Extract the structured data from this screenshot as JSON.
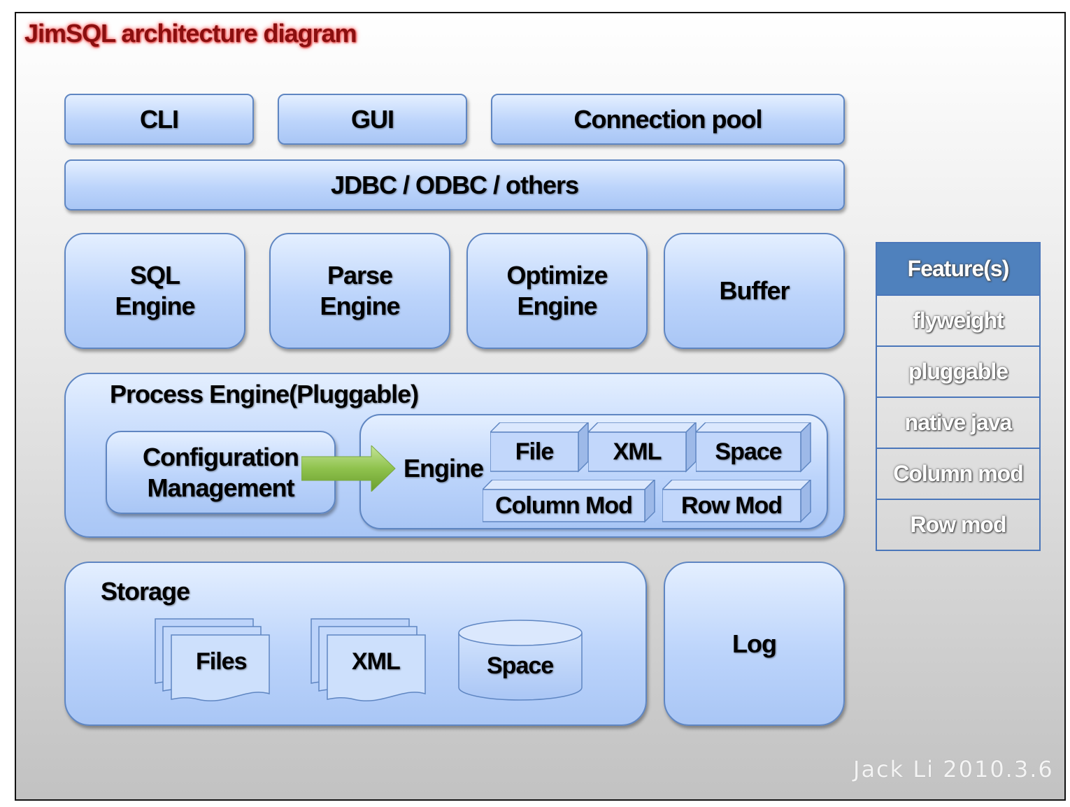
{
  "title": "JimSQL architecture diagram",
  "top_row": {
    "cli": "CLI",
    "gui": "GUI",
    "connection_pool": "Connection pool"
  },
  "driver_layer": "JDBC / ODBC / others",
  "engines": {
    "sql_line1": "SQL",
    "sql_line2": "Engine",
    "parse_line1": "Parse",
    "parse_line2": "Engine",
    "optimize_line1": "Optimize",
    "optimize_line2": "Engine",
    "buffer": "Buffer"
  },
  "process_engine": {
    "title": "Process Engine(Pluggable)",
    "config_line1": "Configuration",
    "config_line2": "Management",
    "engine_label": "Engine",
    "modules": {
      "file": "File",
      "xml": "XML",
      "space": "Space",
      "column_mod": "Column Mod",
      "row_mod": "Row Mod"
    }
  },
  "storage": {
    "title": "Storage",
    "files": "Files",
    "xml": "XML",
    "space": "Space"
  },
  "log": "Log",
  "features": {
    "header": "Feature(s)",
    "items": [
      "flyweight",
      "pluggable",
      "native java",
      "Column mod",
      "Row mod"
    ]
  },
  "credit": "Jack Li 2010.3.6"
}
